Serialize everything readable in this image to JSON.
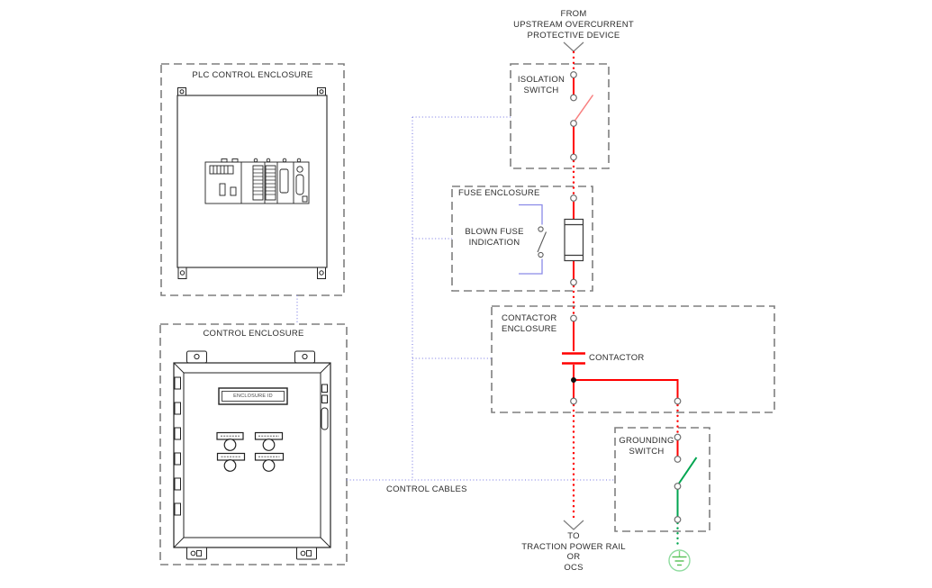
{
  "diagram": {
    "source_label": "FROM\nUPSTREAM OVERCURRENT\nPROTECTIVE DEVICE",
    "destination_label": "TO\nTRACTION POWER RAIL\nOR\nOCS",
    "control_cables_label": "CONTROL CABLES",
    "enclosures": {
      "plc": {
        "title": "PLC CONTROL ENCLOSURE"
      },
      "control": {
        "title": "CONTROL ENCLOSURE",
        "id_plate": "ENCLOSURE ID"
      },
      "isolation": {
        "title": "ISOLATION\nSWITCH"
      },
      "fuse": {
        "title": "FUSE ENCLOSURE",
        "blown_fuse_label": "BLOWN FUSE\nINDICATION"
      },
      "contactor": {
        "title": "CONTACTOR\nENCLOSURE",
        "device_label": "CONTACTOR"
      },
      "grounding": {
        "title": "GROUNDING\nSWITCH"
      }
    },
    "colors": {
      "enclosure_outline": "#7f7f7f",
      "power_path_red": "#ff0000",
      "switch_blade_red": "#f87f7f",
      "control_path_blue": "#8f8fe8",
      "ground_green": "#00a550",
      "earth_symbol_green": "#8fdc9f",
      "equipment_line": "#222222"
    }
  }
}
